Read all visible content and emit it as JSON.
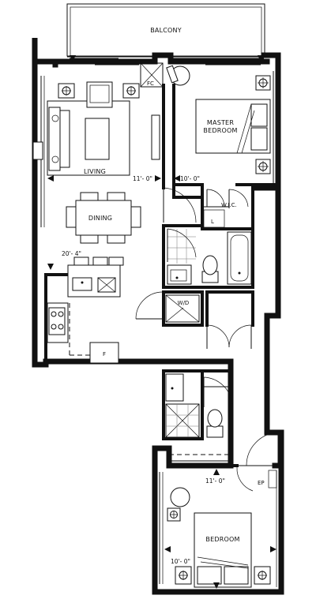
{
  "rooms": {
    "balcony": "BALCONY",
    "fc": "FC",
    "master_bedroom_line1": "MASTER",
    "master_bedroom_line2": "BEDROOM",
    "living": "LIVING",
    "dining": "DINING",
    "wic": "W.I.C.",
    "linen": "L",
    "washer_dryer": "W/D",
    "fridge": "F",
    "ep": "EP",
    "bedroom": "BEDROOM"
  },
  "dimensions": {
    "living_width": "11'- 0\"",
    "master_width": "10'- 0\"",
    "kitchen_width": "20'- 4\"",
    "bedroom_length": "11'- 0\"",
    "bedroom_width": "10'- 0\""
  }
}
